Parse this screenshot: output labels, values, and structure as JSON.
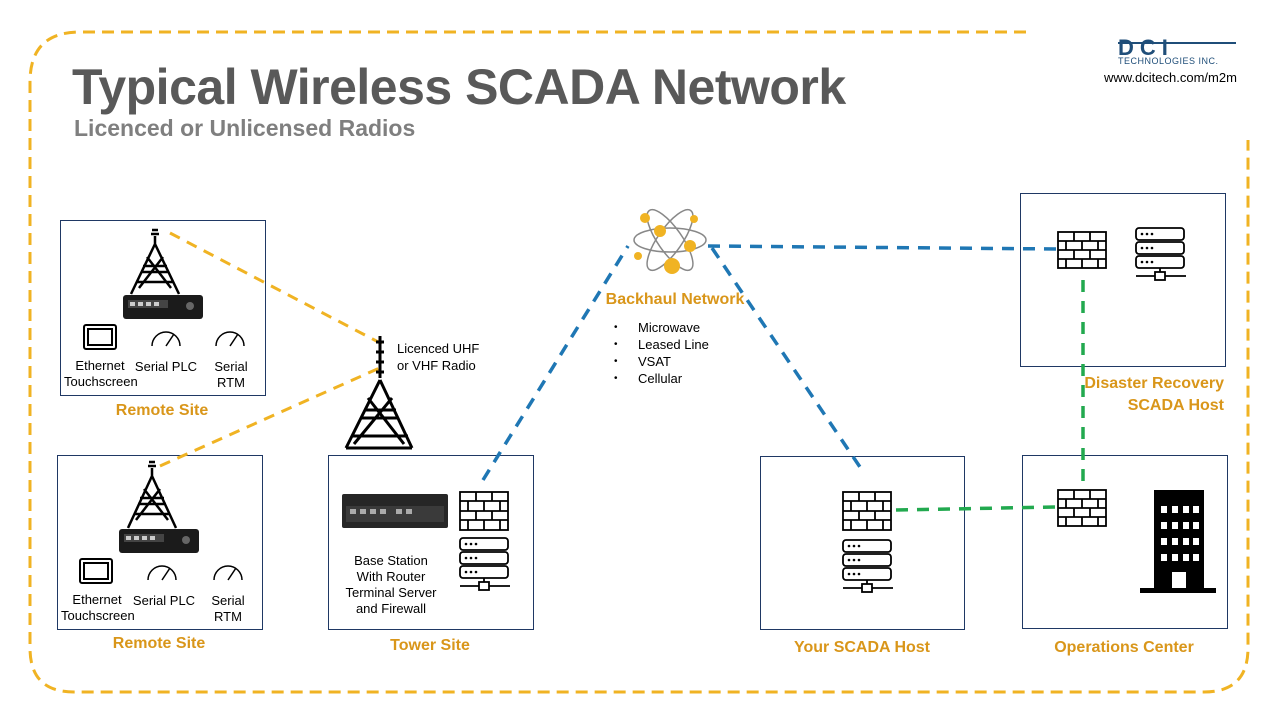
{
  "title": "Typical Wireless SCADA Network",
  "subtitle": "Licenced or Unlicensed Radios",
  "logo": {
    "word": "DCI",
    "tagline": "TECHNOLOGIES INC.",
    "url": "www.dcitech.com/m2m"
  },
  "remote_site_1": {
    "caption": "Remote Site",
    "ethernet": "Ethernet Touchscreen",
    "plc": "Serial PLC",
    "rtm": "Serial RTM"
  },
  "remote_site_2": {
    "caption": "Remote Site",
    "ethernet": "Ethernet Touchscreen",
    "plc": "Serial PLC",
    "rtm": "Serial RTM"
  },
  "radio": {
    "line1": "Licenced UHF",
    "line2": "or VHF Radio"
  },
  "tower_site": {
    "caption": "Tower Site",
    "line1": "Base Station",
    "line2": "With Router",
    "line3": "Terminal Server",
    "line4": "and Firewall"
  },
  "backhaul": {
    "caption": "Backhaul Network",
    "items": [
      "Microwave",
      "Leased Line",
      "VSAT",
      "Cellular"
    ]
  },
  "scada_host": {
    "caption": "Your SCADA Host"
  },
  "operations": {
    "caption": "Operations Center"
  },
  "disaster": {
    "line1": "Disaster Recovery",
    "line2": "SCADA Host"
  },
  "colors": {
    "orange": "#f0b323",
    "blue": "#1f77b4",
    "green": "#22a94f",
    "caption": "#d9961a"
  }
}
